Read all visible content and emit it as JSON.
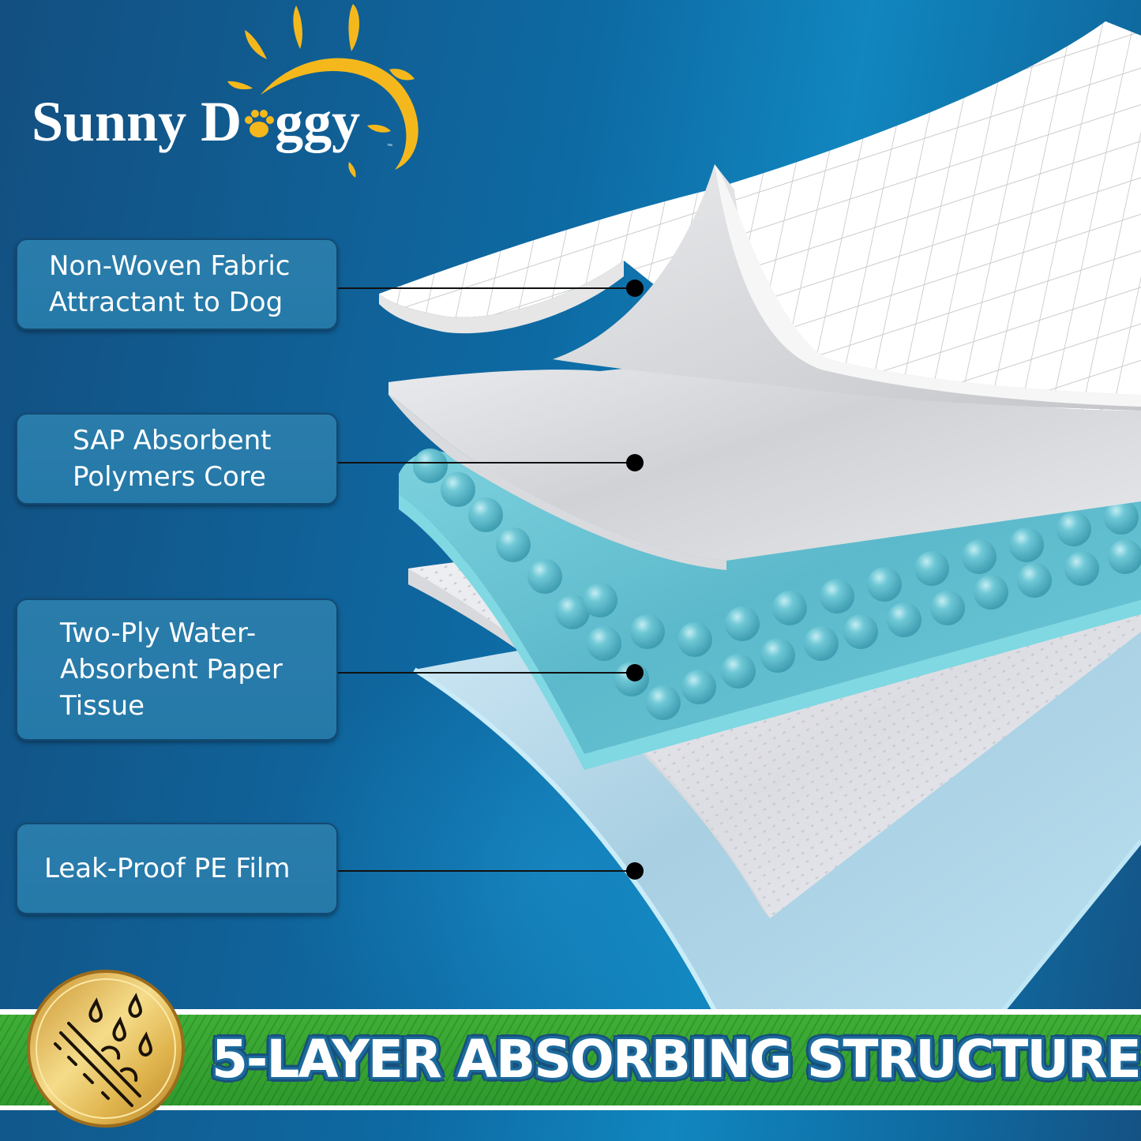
{
  "brand": {
    "name_part1": "Sunny D",
    "name_part2": "ggy",
    "trademark": "™",
    "icons": [
      "sun-icon",
      "paw-icon"
    ],
    "colors": {
      "sun": "#f5b81c",
      "text": "#ffffff"
    }
  },
  "layers": [
    {
      "id": 1,
      "label_lines": [
        "Non-Woven Fabric",
        "Attractant to Dog"
      ],
      "color": "#ffffff",
      "pattern": "quilted-diamond"
    },
    {
      "id": 2,
      "label_lines": [
        "SAP Absorbent",
        "Polymers Core"
      ],
      "color": "#e8eaec",
      "pattern": "plain"
    },
    {
      "id": 3,
      "label_lines": [
        "Two-Ply Water-",
        "Absorbent Paper",
        "Tissue"
      ],
      "color": "#6cc6d4",
      "pattern": "gel-beads"
    },
    {
      "id": 4,
      "label_lines": [
        "Leak-Proof PE Film"
      ],
      "color": "#a9d4e8",
      "pattern": "plain"
    }
  ],
  "banner": {
    "title": "5-LAYER ABSORBING STRUCTURE",
    "icon": "rain-drops-absorb-icon",
    "colors": {
      "green": "#38a633",
      "text_outline": "#1c6a9c",
      "medal": "#d9a93b"
    }
  },
  "theme": {
    "background": "#0e6aa3",
    "label_box": "#2a7dab",
    "label_border": "#134a73"
  }
}
